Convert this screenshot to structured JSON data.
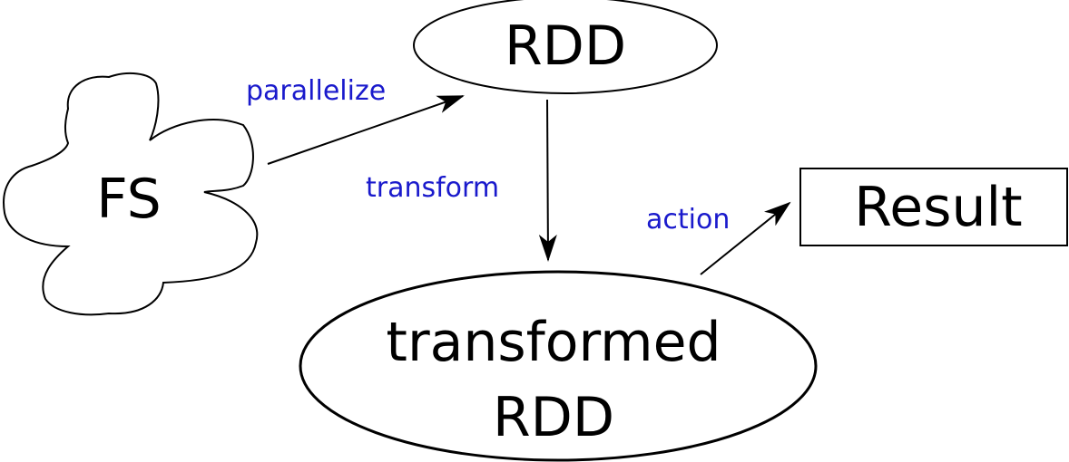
{
  "colors": {
    "node_stroke": "#000000",
    "node_text": "#000000",
    "edge_label": "#1a1acc",
    "arrow": "#000000"
  },
  "nodes": {
    "fs": {
      "label": "FS",
      "shape": "cloud"
    },
    "rdd": {
      "label": "RDD",
      "shape": "ellipse"
    },
    "transformed": {
      "line1": "transformed",
      "line2": "RDD",
      "shape": "ellipse"
    },
    "result": {
      "label": "Result",
      "shape": "rectangle"
    }
  },
  "edges": {
    "parallelize": {
      "label": "parallelize",
      "from": "FS",
      "to": "RDD"
    },
    "transform": {
      "label": "transform",
      "from": "RDD",
      "to": "transformed RDD"
    },
    "action": {
      "label": "action",
      "from": "transformed RDD",
      "to": "Result"
    }
  }
}
